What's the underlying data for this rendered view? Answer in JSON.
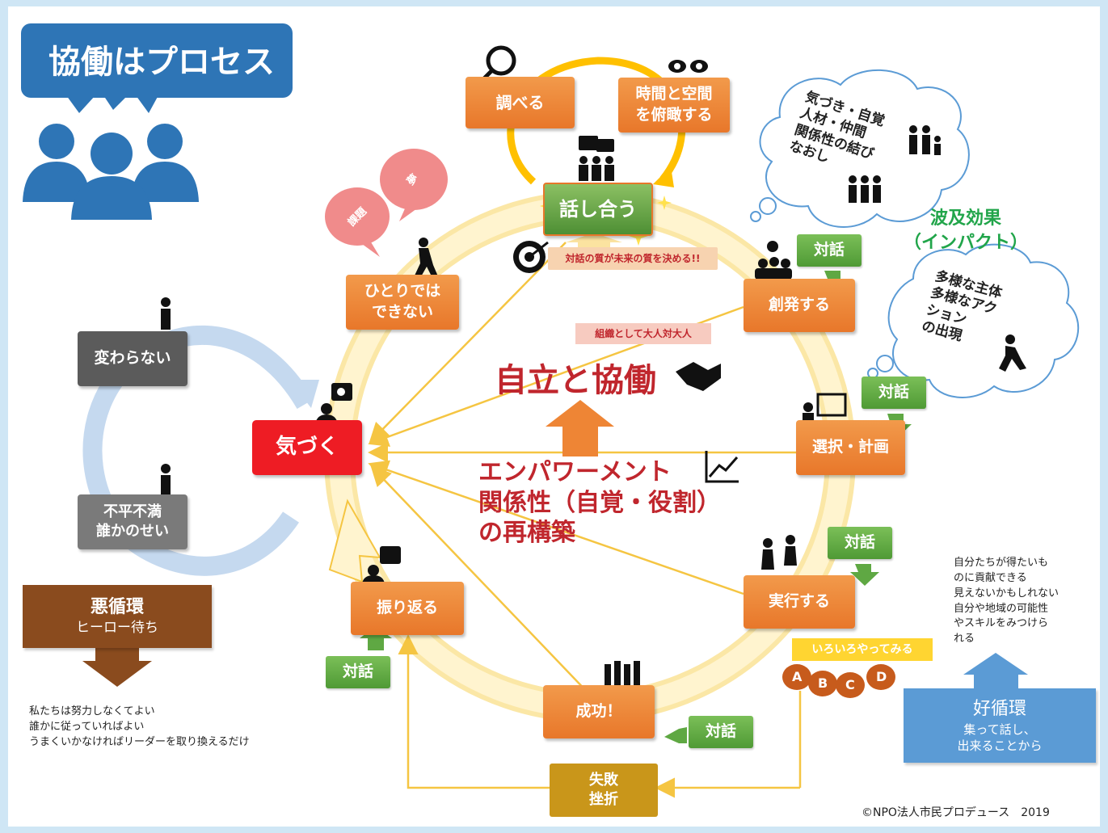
{
  "title": "協働はプロセス",
  "cycle": {
    "shirabe": "調べる",
    "jikan": "時間と空間\nを俯瞰する",
    "hanashiau": "話し合う",
    "target_note": "対話の質が未来の質を決める!!",
    "hitori": "ひとりでは\nできない",
    "souhatsu": "創発する",
    "sentaku": "選択・計画",
    "jikkou": "実行する",
    "iroiro": "いろいろやってみる",
    "abcd": [
      "A",
      "B",
      "C",
      "D"
    ],
    "seikou": "成功！",
    "shippai": "失敗\n挫折",
    "furikaeru": "振り返る",
    "kizuku": "気づく",
    "taiwa": "対話"
  },
  "balloon_left": "課題",
  "balloon_right": "夢",
  "center": {
    "tag": "組織として大人対大人",
    "jiritsu": "自立と協働",
    "empower": "エンパワーメント\n関係性（自覚・役割）\nの再構築"
  },
  "cloud1": "気づき・自覚\n人材・仲間\n関係性の結び\nなおし",
  "hakyu": "波及効果\n（インパクト）",
  "cloud2": "多様な主体\n多様なアク\nション\nの出現",
  "vicious": {
    "kawaranai": "変わらない",
    "fuhei": "不平不満\n誰かのせい",
    "title": "悪循環",
    "sub": "ヒーロー待ち",
    "note": "私たちは努力しなくてよい\n誰かに従っていればよい\nうまくいかなければリーダーを取り換えるだけ"
  },
  "virtuous": {
    "note": "自分たちが得たいも\nのに貢献できる\n見えないかもしれない\n自分や地域の可能性\nやスキルをみつけら\nれる",
    "title": "好循環",
    "sub": "集って話し、\n出来ることから"
  },
  "copyright": "©NPO法人市民プロデュース　2019",
  "colors": {
    "orange": "#ee8535",
    "blue": "#3a78b8",
    "red": "#ee1c24",
    "darkred": "#c0262d",
    "green": "#5fa843",
    "brown": "#8a4b1e",
    "gold": "#c9961a",
    "yellow": "#ffd531",
    "lightblue": "#5b9bd5"
  }
}
